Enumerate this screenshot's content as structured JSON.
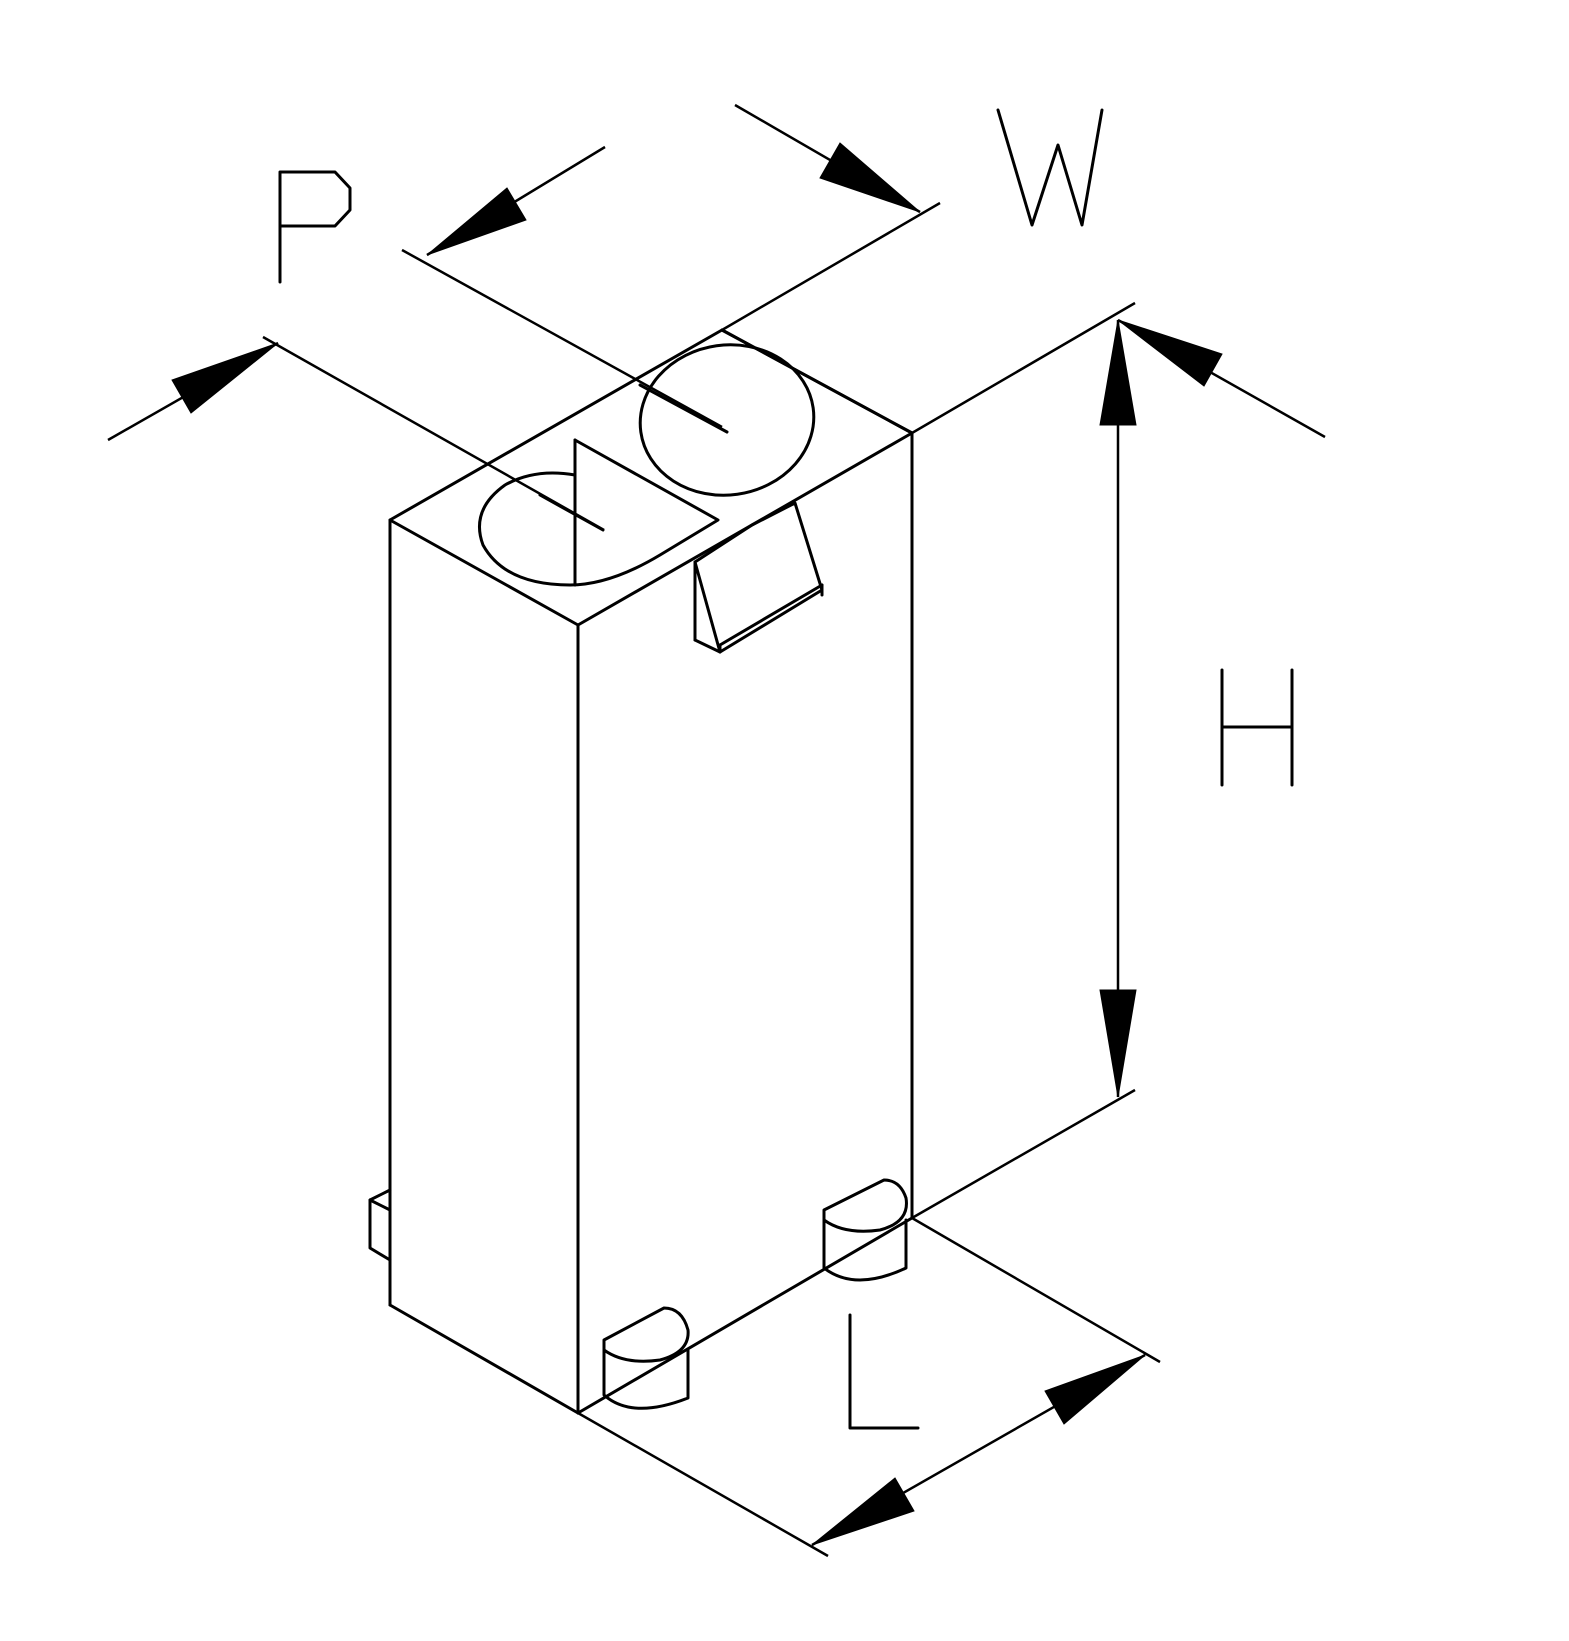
{
  "diagram": {
    "background": "#ffffff",
    "stroke_color": "#000000",
    "labels": {
      "pitch": "P",
      "width": "W",
      "height": "H",
      "length": "L"
    }
  }
}
